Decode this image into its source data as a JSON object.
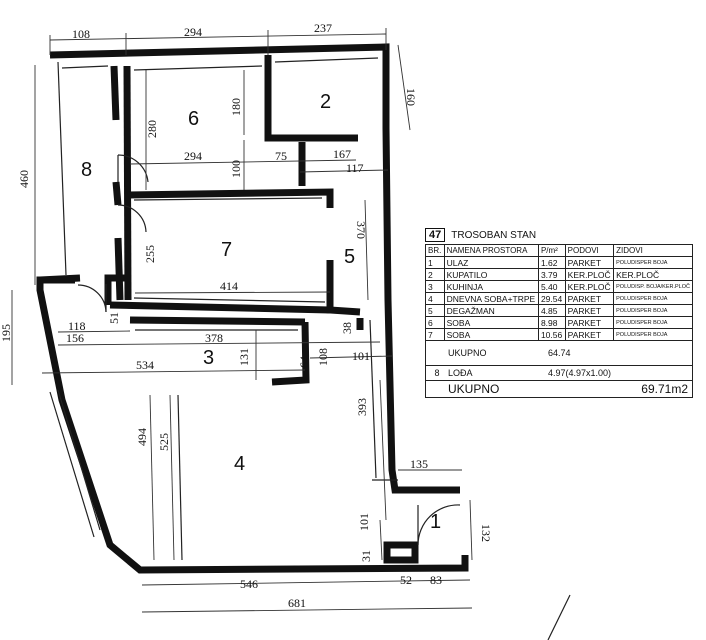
{
  "plan": {
    "rooms": [
      {
        "id": "room-8",
        "label": "8"
      },
      {
        "id": "room-6",
        "label": "6"
      },
      {
        "id": "room-2",
        "label": "2"
      },
      {
        "id": "room-7",
        "label": "7"
      },
      {
        "id": "room-5",
        "label": "5"
      },
      {
        "id": "room-3",
        "label": "3"
      },
      {
        "id": "room-4",
        "label": "4"
      },
      {
        "id": "room-1",
        "label": "1"
      }
    ],
    "dimensions": {
      "top_108": "108",
      "top_294": "294",
      "top_237": "237",
      "right_160": "160",
      "left_460": "460",
      "r6_280": "280",
      "r6_180": "180",
      "r6_100": "100",
      "mid_294": "294",
      "mid_75": "75",
      "mid_167": "167",
      "mid_117": "117",
      "r7_255": "255",
      "r7_414": "414",
      "r5_370": "370",
      "left_195": "195",
      "d_118": "118",
      "d_156": "156",
      "d_51": "51",
      "d_378": "378",
      "d_131": "131",
      "d_534": "534",
      "d_64": "64",
      "d_38": "38",
      "d_108": "108",
      "d_101a": "101",
      "d_393": "393",
      "d_494": "494",
      "d_525": "525",
      "d_135": "135",
      "d_101b": "101",
      "d_31": "31",
      "d_132": "132",
      "bot_546": "546",
      "bot_52": "52",
      "bot_83": "83",
      "bot_681": "681"
    }
  },
  "legend": {
    "number": "47",
    "title": "TROSOBAN STAN",
    "columns": [
      "BR.",
      "NAMENA PROSTORA",
      "P/m²",
      "PODOVI",
      "ZIDOVI"
    ],
    "rows": [
      {
        "br": "1",
        "name": "ULAZ",
        "area": "1.62",
        "floor": "PARKET",
        "walls": "POLUDISPER BOJA"
      },
      {
        "br": "2",
        "name": "KUPATILO",
        "area": "3.79",
        "floor": "KER.PLOČ",
        "walls": "KER.PLOČ"
      },
      {
        "br": "3",
        "name": "KUHINJA",
        "area": "5.40",
        "floor": "KER.PLOČ",
        "walls": "POLUDISP. BOJA/KER.PLOČ"
      },
      {
        "br": "4",
        "name": "DNEVNA SOBA+TRPE",
        "area": "29.54",
        "floor": "PARKET",
        "walls": "POLUDISPER BOJA"
      },
      {
        "br": "5",
        "name": "DEGAŽMAN",
        "area": "4.85",
        "floor": "PARKET",
        "walls": "POLUDISPER BOJA"
      },
      {
        "br": "6",
        "name": "SOBA",
        "area": "8.98",
        "floor": "PARKET",
        "walls": "POLUDISPER BOJA"
      },
      {
        "br": "7",
        "name": "SOBA",
        "area": "10.56",
        "floor": "PARKET",
        "walls": "POLUDISPER BOJA"
      }
    ],
    "subtotal_label": "UKUPNO",
    "subtotal_value": "64.74",
    "loggia_br": "8",
    "loggia_name": "LOĐA",
    "loggia_area": "4.97(4.97x1.00)",
    "total_label": "UKUPNO",
    "total_value": "69.71m2"
  }
}
